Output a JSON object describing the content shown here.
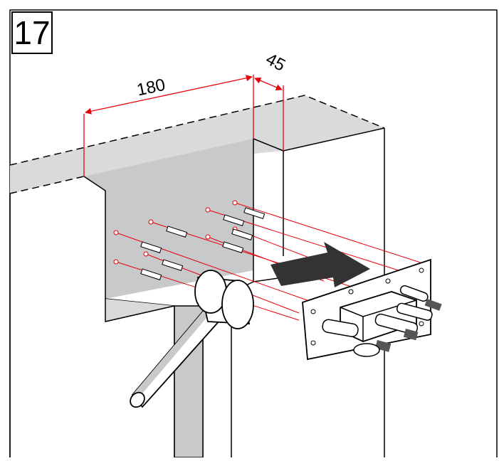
{
  "step": {
    "number": "17"
  },
  "dimensions": {
    "width_label": "180",
    "depth_label": "45",
    "color": "#e8000b"
  },
  "colors": {
    "wall_gray": "#c8c9cb",
    "cut_gray": "#d9dadb",
    "line": "#000000",
    "drill_line": "#e8000b",
    "arrow": "#333333"
  },
  "icons": [
    "hammer-icon",
    "anchor-plug-icon",
    "mounting-plate-icon",
    "insertion-arrow-icon"
  ]
}
